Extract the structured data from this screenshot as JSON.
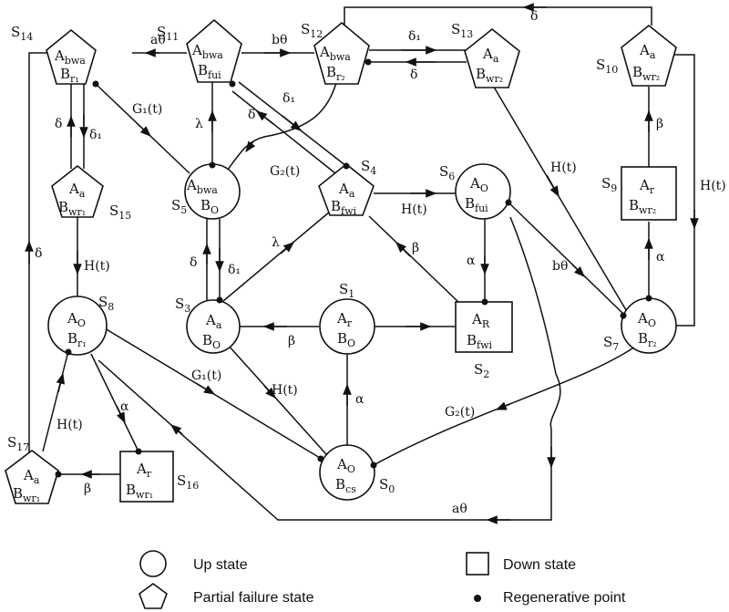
{
  "states": {
    "S0": {
      "name": "S",
      "sub": "0",
      "a": "A",
      "as": "O",
      "b": "B",
      "bs": "cs"
    },
    "S1": {
      "name": "S",
      "sub": "1",
      "a": "A",
      "as": "r",
      "b": "B",
      "bs": "O"
    },
    "S2": {
      "name": "S",
      "sub": "2",
      "a": "A",
      "as": "R",
      "b": "B",
      "bs": "fwi"
    },
    "S3": {
      "name": "S",
      "sub": "3",
      "a": "A",
      "as": "a",
      "b": "B",
      "bs": "O"
    },
    "S4": {
      "name": "S",
      "sub": "4",
      "a": "A",
      "as": "a",
      "b": "B",
      "bs": "fwi"
    },
    "S5": {
      "name": "S",
      "sub": "5",
      "a": "A",
      "as": "bwa",
      "b": "B",
      "bs": "O"
    },
    "S6": {
      "name": "S",
      "sub": "6",
      "a": "A",
      "as": "O",
      "b": "B",
      "bs": "fui"
    },
    "S7": {
      "name": "S",
      "sub": "7",
      "a": "A",
      "as": "O",
      "b": "B",
      "bs": "r₂"
    },
    "S8": {
      "name": "S",
      "sub": "8",
      "a": "A",
      "as": "O",
      "b": "B",
      "bs": "r₁"
    },
    "S9": {
      "name": "S",
      "sub": "9",
      "a": "A",
      "as": "r",
      "b": "B",
      "bs": "wr₂"
    },
    "S10": {
      "name": "S",
      "sub": "10",
      "a": "A",
      "as": "a",
      "b": "B",
      "bs": "wr₂"
    },
    "S11": {
      "name": "S",
      "sub": "11",
      "a": "A",
      "as": "bwa",
      "b": "B",
      "bs": "fui"
    },
    "S12": {
      "name": "S",
      "sub": "12",
      "a": "A",
      "as": "bwa",
      "b": "B",
      "bs": "r₂"
    },
    "S13": {
      "name": "S",
      "sub": "13",
      "a": "A",
      "as": "a",
      "b": "B",
      "bs": "wr₂"
    },
    "S14": {
      "name": "S",
      "sub": "14",
      "a": "A",
      "as": "bwa",
      "b": "B",
      "bs": "r₁"
    },
    "S15": {
      "name": "S",
      "sub": "15",
      "a": "A",
      "as": "a",
      "b": "B",
      "bs": "wr₁"
    },
    "S16": {
      "name": "S",
      "sub": "16",
      "a": "A",
      "as": "r",
      "b": "B",
      "bs": "wr₁"
    },
    "S17": {
      "name": "S",
      "sub": "17",
      "a": "A",
      "as": "a",
      "b": "B",
      "bs": "wr₁"
    }
  },
  "labels": {
    "a_theta": "aθ",
    "b_theta": "bθ",
    "delta": "δ",
    "delta1": "δ₁",
    "lambda": "λ",
    "alpha": "α",
    "beta": "β",
    "H_t": "H(t)",
    "G1_t": "G₁(t)",
    "G2_t": "G₂(t)"
  },
  "legend": {
    "up": "Up state",
    "partial": "Partial failure state",
    "down": "Down state",
    "regen": "Regenerative point"
  }
}
